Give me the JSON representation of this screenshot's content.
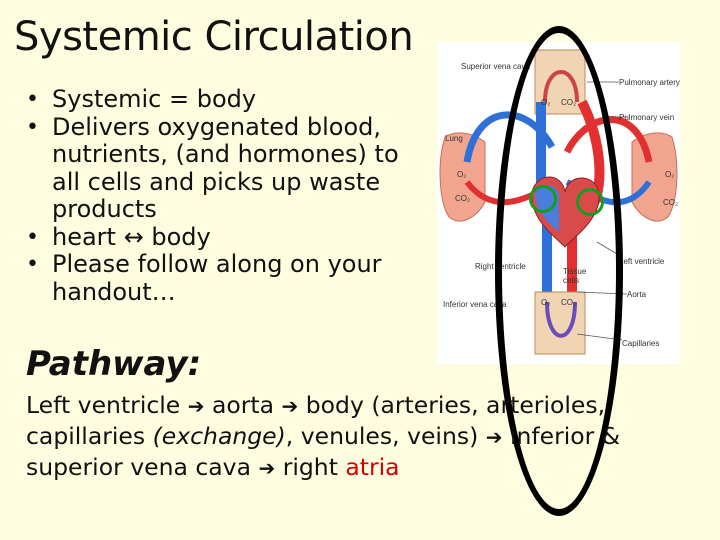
{
  "slide": {
    "title": "Systemic Circulation",
    "bullets": [
      "Systemic = body",
      "Delivers oxygenated blood, nutrients, (and hormones) to all cells and picks up waste products",
      "heart ↔ body",
      "Please follow along on your handout…"
    ],
    "pathway_title": "Pathway:",
    "pathway": {
      "arrow": "➔",
      "p1": "Left ventricle ",
      "p2": " aorta ",
      "p3": " body (arteries, arterioles, capillaries ",
      "p4_italic": "(exchange)",
      "p5": ", venules, veins) ",
      "p6": " inferior & superior vena cava ",
      "p7": " right ",
      "p8_red": "atria"
    }
  },
  "figure": {
    "labels": {
      "superior_vena_cava": "Superior vena cava",
      "pulmonary_artery": "Pulmonary artery",
      "pulmonary_vein": "Pulmonary vein",
      "lung": "Lung",
      "right_ventricle": "Right ventricle",
      "left_ventricle": "Left ventricle",
      "tissue_cells": "Tissue cells",
      "inferior_vena_cava": "Inferior vena cava",
      "aorta": "Aorta",
      "capillaries": "Capillaries",
      "o2": "O₂",
      "co2": "CO₂"
    }
  },
  "colors": {
    "background": "#fffde0",
    "accent_red": "#d40000",
    "highlight_green": "#1a9a1a",
    "oxygenated": "#e23030",
    "deoxygenated": "#2f6fd8"
  }
}
